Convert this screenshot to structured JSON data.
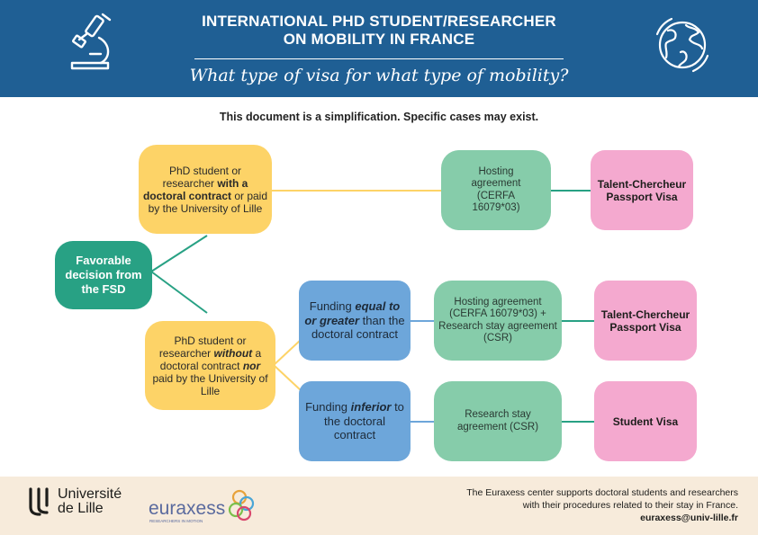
{
  "header": {
    "title_line1": "INTERNATIONAL PHD STUDENT/RESEARCHER",
    "title_line2": "ON MOBILITY IN FRANCE",
    "subtitle": "What type of visa for what type of mobility?"
  },
  "note": "This document is a simplification. Specific cases may exist.",
  "nodes": {
    "root": "Favorable decision from the FSD",
    "with_contract": {
      "t1": "PhD student or researcher ",
      "b1": "with a doctoral contract",
      "t2": " or paid by the University of Lille"
    },
    "without_contract": {
      "t1": "PhD student or researcher ",
      "bi1": "without",
      "t2": " a doctoral contract ",
      "bi2": "nor",
      "t3": " paid by the University of Lille"
    },
    "funding_equal": {
      "t1": "Funding ",
      "bi1": "equal to or greater",
      "t2": " than the doctoral contract"
    },
    "funding_inferior": {
      "t1": "Funding ",
      "bi1": "inferior",
      "t2": " to the doctoral contract"
    },
    "hosting_agreement": "Hosting agreement (CERFA 16079*03)",
    "hosting_plus_csr": "Hosting agreement (CERFA 16079*03) + Research stay agreement (CSR)",
    "research_stay": "Research stay agreement (CSR)",
    "visa_talent_1": "Talent-Chercheur Passport Visa",
    "visa_talent_2": "Talent-Chercheur Passport Visa",
    "visa_student": "Student Visa"
  },
  "footer": {
    "univ_line1": "Université",
    "univ_line2": "de Lille",
    "euraxess_logo": "euraxess",
    "euraxess_tagline": "RESEARCHERS IN MOTION",
    "text_line1": "The Euraxess center supports doctoral students and researchers",
    "text_line2": "with their procedures related to their stay in France.",
    "email": "euraxess@univ-lille.fr"
  },
  "icons": {
    "left": "microscope-icon",
    "right": "globe-icon"
  },
  "colors": {
    "header_blue": "#1f5f94",
    "yellow": "#fdd367",
    "dark_green": "#28a184",
    "light_green": "#86ccaa",
    "blue": "#6da6da",
    "pink": "#f4a9cf",
    "footer_bg": "#f7ebdb"
  }
}
